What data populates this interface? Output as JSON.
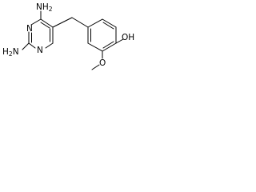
{
  "molecule": {
    "atoms": {
      "nh2_top": {
        "main": "NH",
        "sub": "2"
      },
      "nh2_left": {
        "main": "H",
        "sub": "2",
        "tail": "N"
      },
      "n_upper": "N",
      "n_lower": "N",
      "oh": "OH",
      "o_methoxy": "O"
    }
  }
}
